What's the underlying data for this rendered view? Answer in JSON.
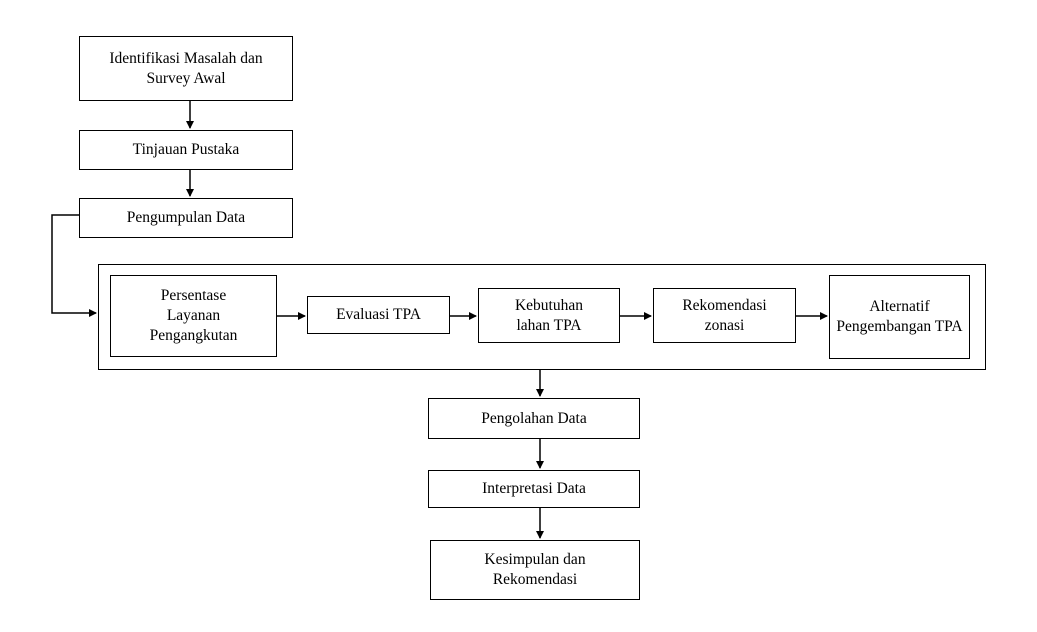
{
  "diagram": {
    "nodes": {
      "n1": "Identifikasi Masalah dan Survey Awal",
      "n2": "Tinjauan Pustaka",
      "n3": "Pengumpulan Data",
      "n4": "Persentase Layanan Pengangkutan",
      "n5": "Evaluasi TPA",
      "n6": "Kebutuhan lahan TPA",
      "n7": "Rekomendasi zonasi",
      "n8": "Alternatif Pengembangan TPA",
      "n9": "Pengolahan Data",
      "n10": "Interpretasi Data",
      "n11": "Kesimpulan dan Rekomendasi"
    },
    "edges": [
      [
        "n1",
        "n2"
      ],
      [
        "n2",
        "n3"
      ],
      [
        "n3",
        "group"
      ],
      [
        "n4",
        "n5"
      ],
      [
        "n5",
        "n6"
      ],
      [
        "n6",
        "n7"
      ],
      [
        "n7",
        "n8"
      ],
      [
        "group",
        "n9"
      ],
      [
        "n9",
        "n10"
      ],
      [
        "n10",
        "n11"
      ]
    ]
  }
}
